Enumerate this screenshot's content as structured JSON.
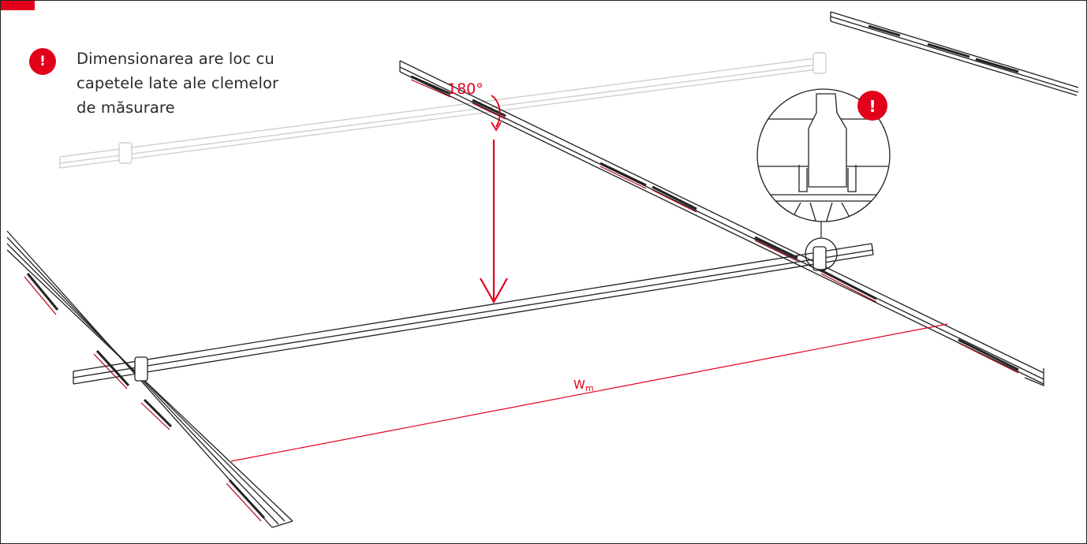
{
  "note": {
    "icon": "exclamation-icon",
    "text_lines": [
      "Dimensionarea are loc cu",
      "capetele late ale clemelor",
      "de măsurare"
    ]
  },
  "rotation": {
    "label": "180°"
  },
  "dimension": {
    "symbol": "W",
    "subscript": "m"
  },
  "detail": {
    "icon": "exclamation-icon"
  },
  "badge_glyph": "!",
  "colors": {
    "accent": "#e3001b",
    "line": "#222222",
    "ghost": "#cfcfcf"
  }
}
